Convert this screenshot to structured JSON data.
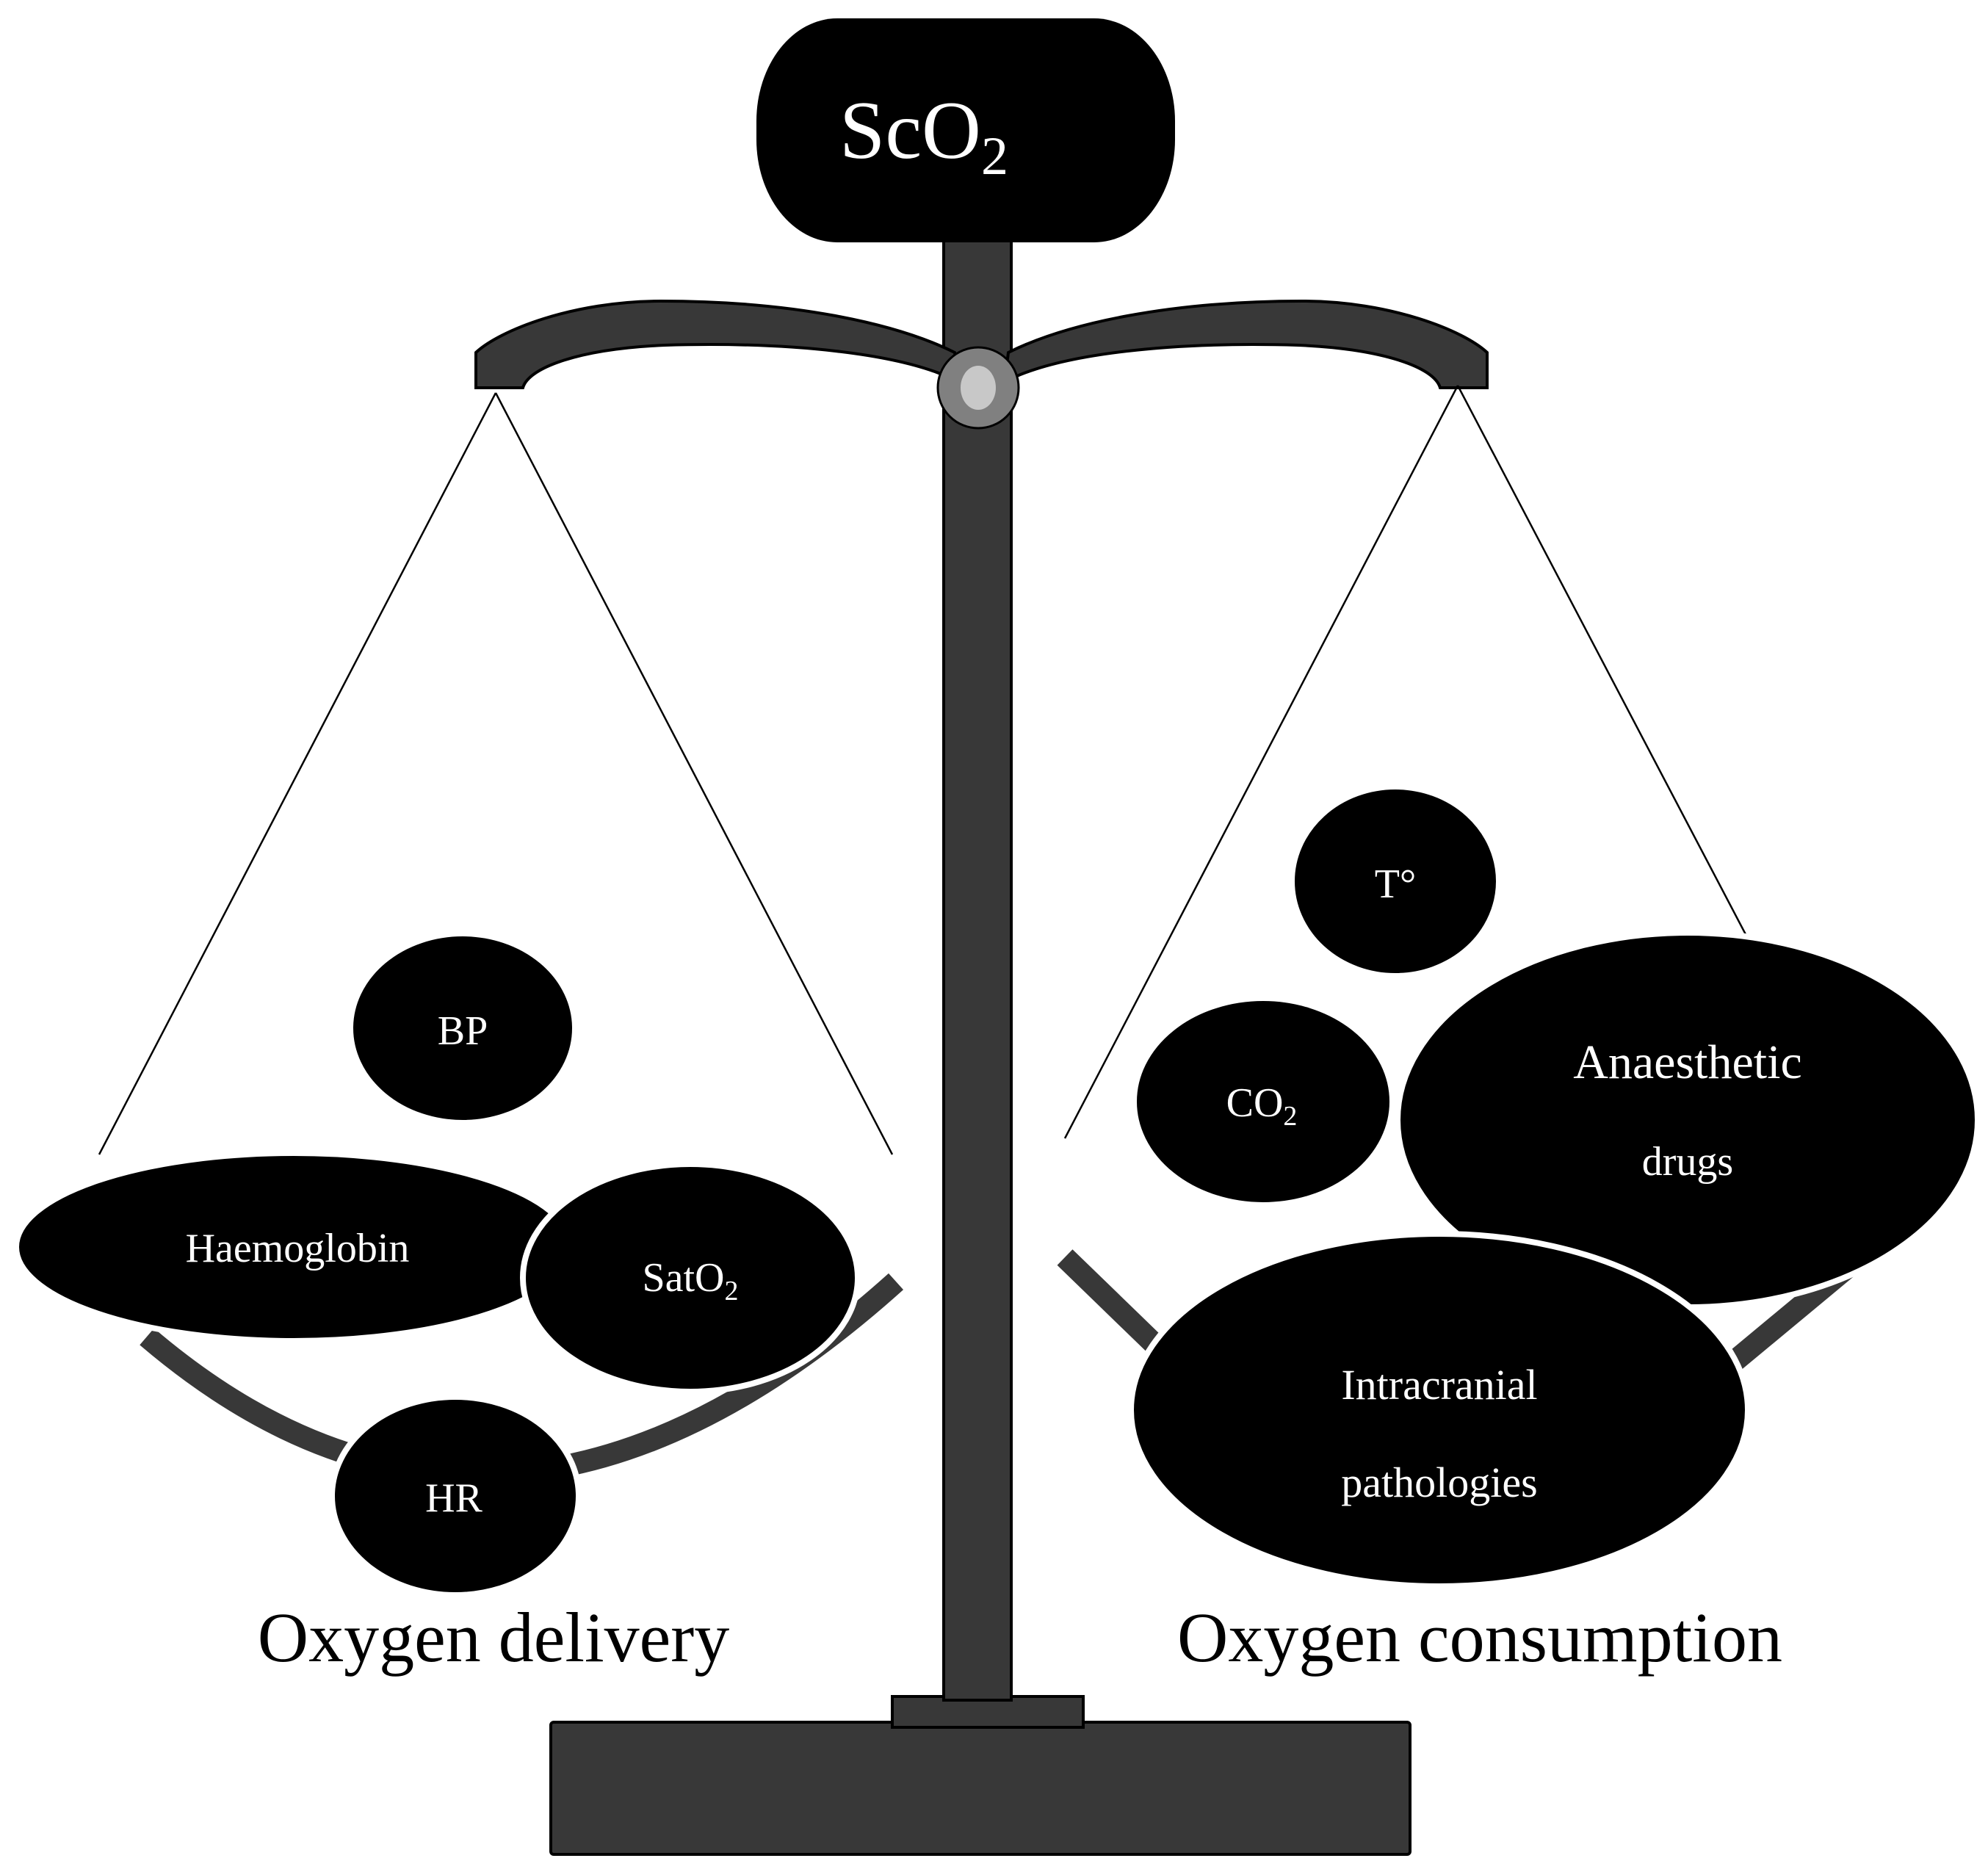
{
  "header": {
    "title_main": "ScO",
    "title_sub": "2"
  },
  "left_pan": {
    "label": "Oxygen delivery",
    "factors": {
      "bp": "BP",
      "haemoglobin": "Haemoglobin",
      "sato2_main": "SatO",
      "sato2_sub": "2",
      "hr": "HR"
    }
  },
  "right_pan": {
    "label": "Oxygen consumption",
    "factors": {
      "temperature": "T°",
      "co2_main": "CO",
      "co2_sub": "2",
      "anaesthetic_line1": "Anaesthetic",
      "anaesthetic_line2": "drugs",
      "intracranial_line1": "Intracranial",
      "intracranial_line2": "pathologies"
    }
  },
  "colors": {
    "frame": "#383838",
    "node": "#000000",
    "node_text": "#ffffff",
    "pivot_outer": "#808080",
    "pivot_inner": "#c8c8c8",
    "label_text": "#000000"
  }
}
